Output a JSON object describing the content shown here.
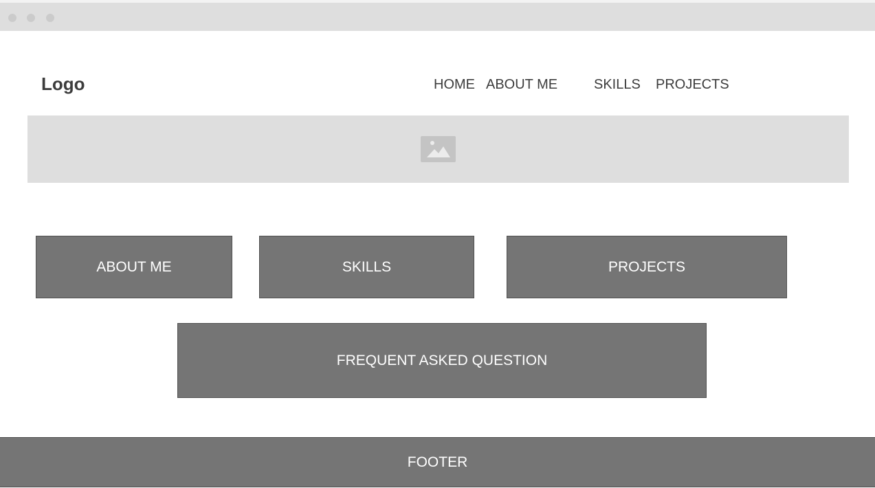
{
  "header": {
    "logo": "Logo",
    "nav": {
      "home": "HOME",
      "about": "ABOUT ME",
      "skills": "SKILLS",
      "projects": "PROJECTS"
    }
  },
  "hero": {
    "icon": "image-placeholder-icon"
  },
  "sections": {
    "about": "ABOUT ME",
    "skills": "SKILLS",
    "projects": "PROJECTS",
    "faq": "FREQUENT ASKED QUESTION"
  },
  "footer": {
    "label": "FOOTER"
  },
  "colors": {
    "titlebar": "#dedede",
    "block": "#757575",
    "text_dark": "#3c3c3c"
  }
}
